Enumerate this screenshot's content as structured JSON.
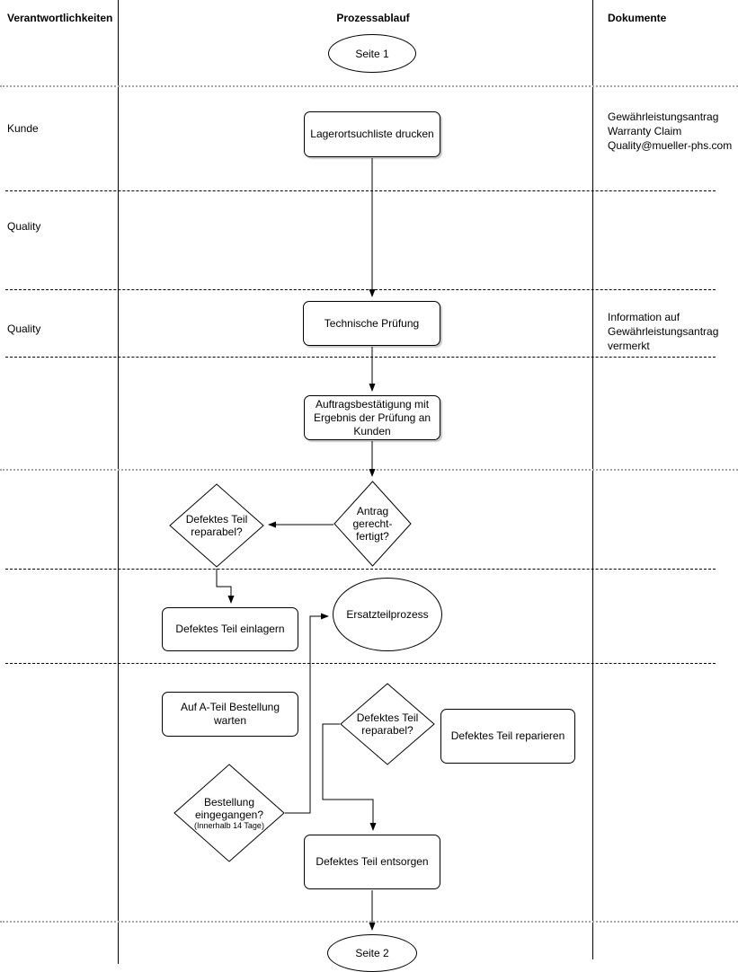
{
  "colors": {
    "stroke": "#000000",
    "page_break_line": "#a6a6a6",
    "separator_line": "#000000",
    "shape_fill": "#ffffff",
    "background": "#ffffff"
  },
  "header": {
    "responsibilities": "Verantwortlichkeiten",
    "process": "Prozessablauf",
    "documents": "Dokumente"
  },
  "lanes": [
    {
      "label": "Kunde"
    },
    {
      "label": "Quality"
    },
    {
      "label": "Quality"
    }
  ],
  "documents": [
    {
      "text": "Gewährleistungsantrag\nWarranty Claim\nQuality@mueller-phs.com"
    },
    {
      "text": "Information auf\nGewährleistungsantrag\nvermerkt"
    }
  ],
  "nodes": {
    "page1": {
      "label": "Seite 1"
    },
    "print_storage_list": {
      "label": "Lagerortsuchliste drucken"
    },
    "technical_check": {
      "label": "Technische Prüfung"
    },
    "order_confirmation": {
      "label": "Auftragsbestätigung mit\nErgebnis der Prüfung an\nKunden"
    },
    "claim_justified": {
      "label": "Antrag\ngerecht-\nfertigt?"
    },
    "part_repairable_1": {
      "label": "Defektes Teil\nreparabel?"
    },
    "store_defective_part": {
      "label": "Defektes Teil einlagern"
    },
    "spare_part_process": {
      "label": "Ersatzteilprozess"
    },
    "wait_for_a_part_order": {
      "label": "Auf A-Teil Bestellung\nwarten"
    },
    "part_repairable_2": {
      "label": "Defektes Teil\nreparabel?"
    },
    "repair_defective_part": {
      "label": "Defektes Teil reparieren"
    },
    "order_received": {
      "label": "Bestellung\neingegangen?",
      "sublabel": "(Innerhalb 14 Tage)"
    },
    "dispose_defective_part": {
      "label": "Defektes Teil entsorgen"
    },
    "page2": {
      "label": "Seite 2"
    }
  }
}
